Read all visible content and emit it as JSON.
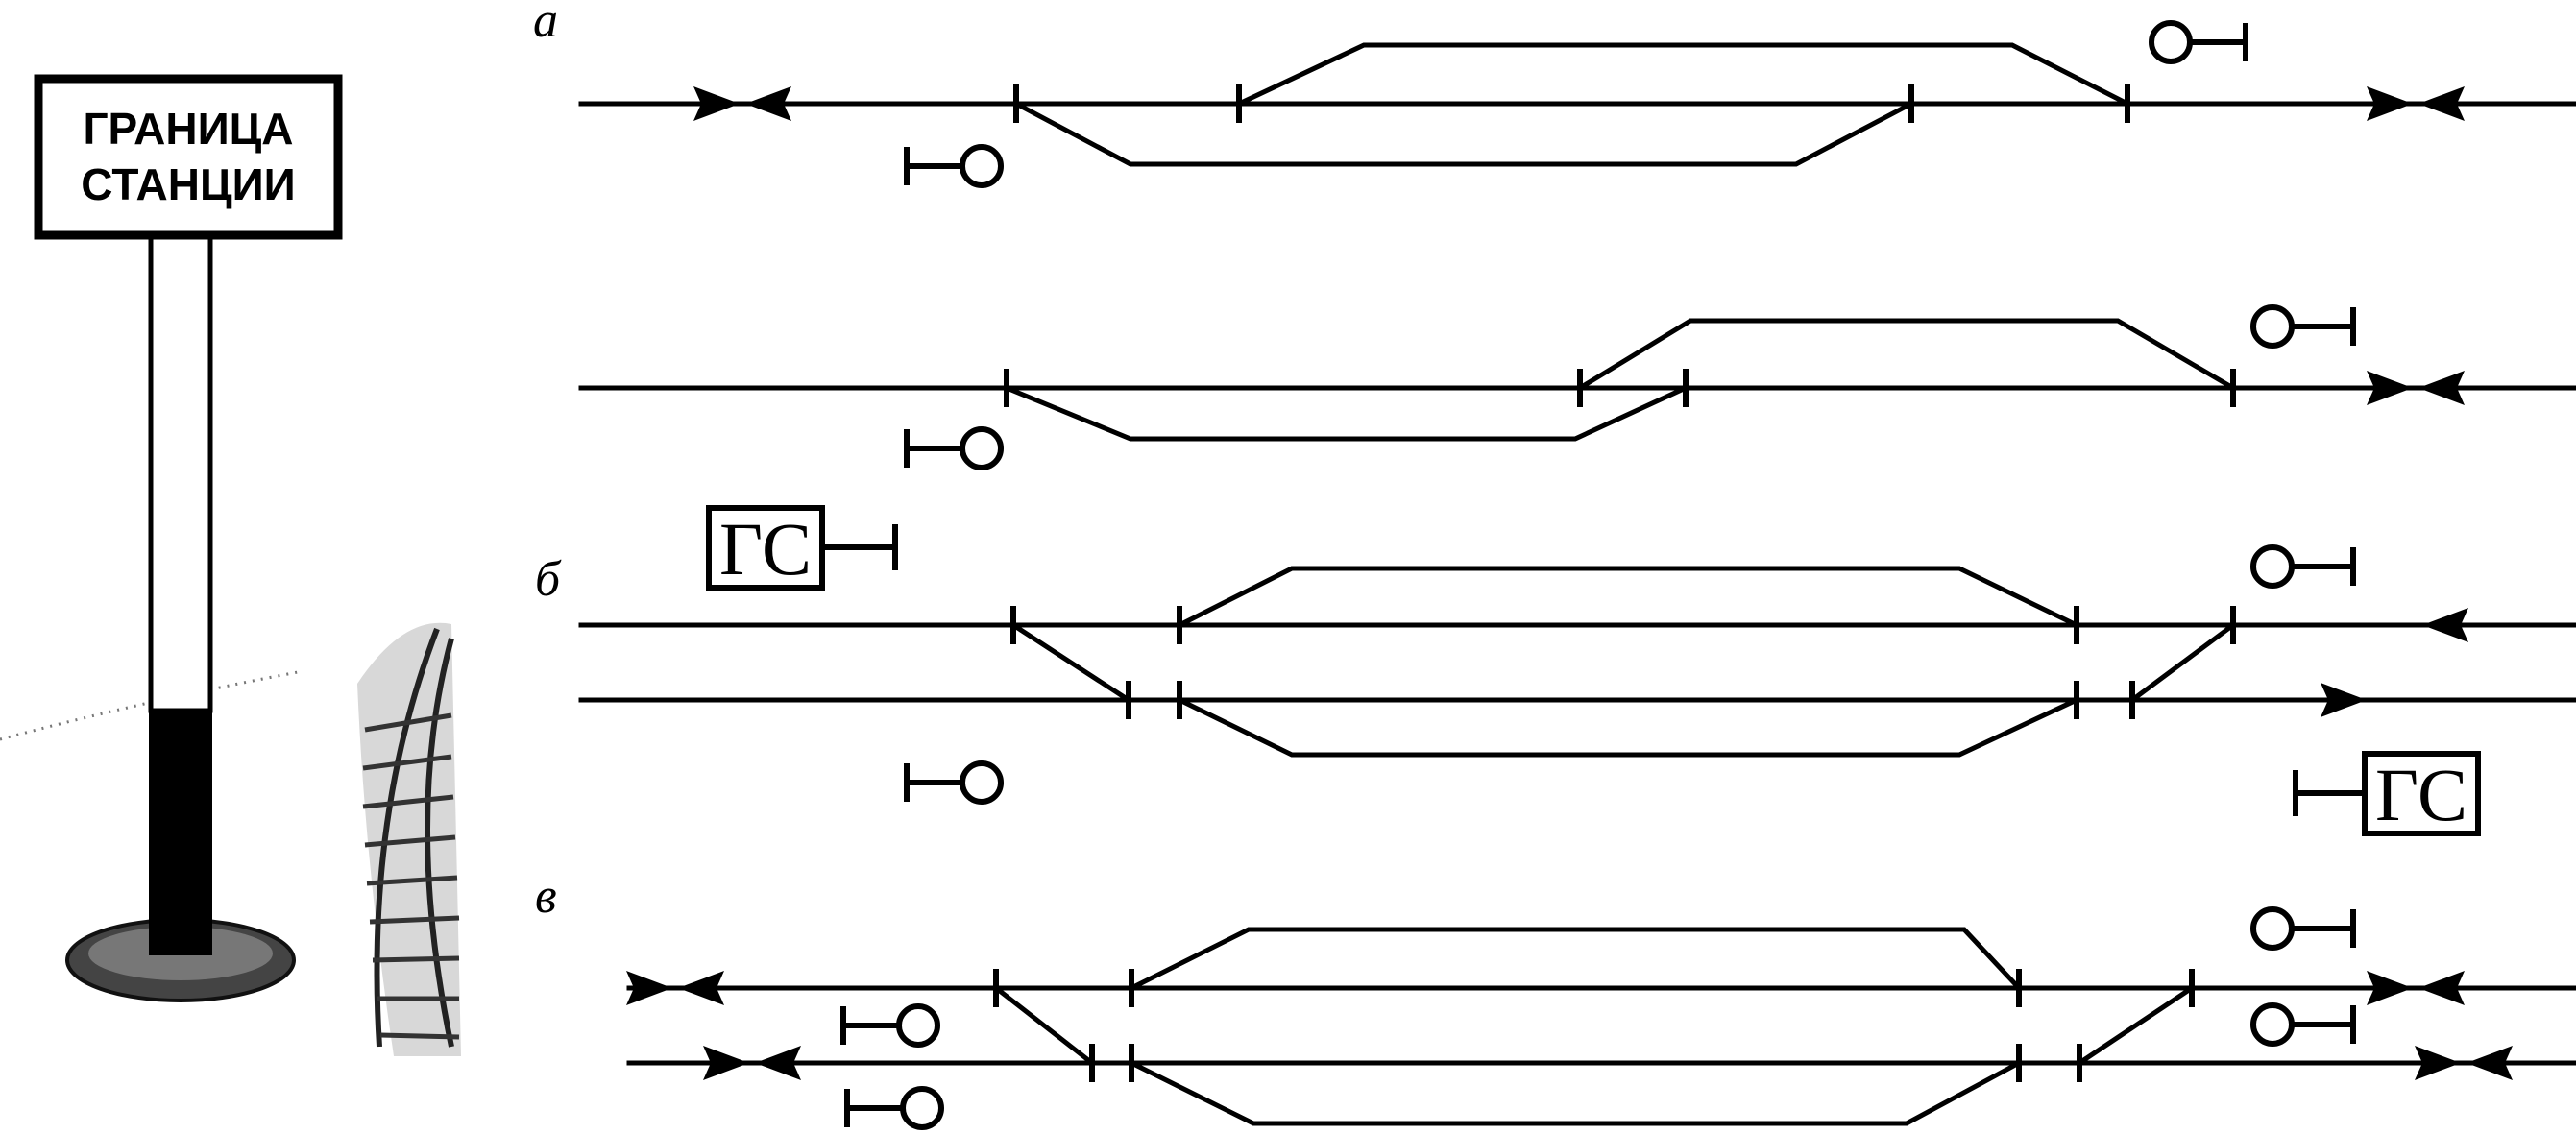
{
  "sign": {
    "line1": "ГРАНИЦА",
    "line2": "СТАНЦИИ"
  },
  "panels": {
    "a": "а",
    "b": "б",
    "v": "в"
  },
  "boundary_marker": "ГС"
}
